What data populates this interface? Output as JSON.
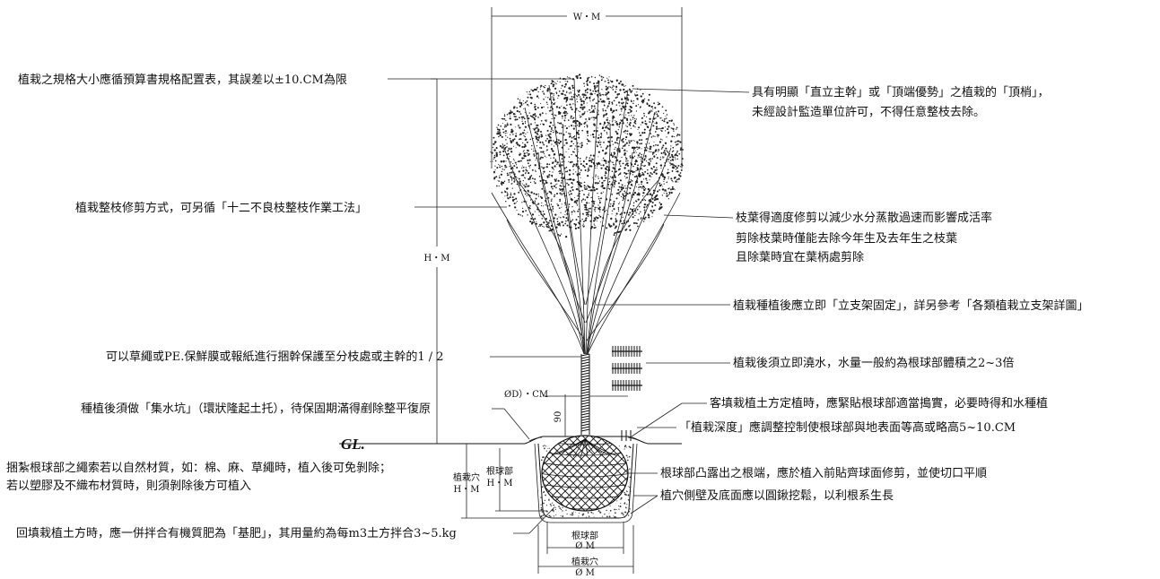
{
  "notes": {
    "spec_size": "植栽之規格大小應循預算書規格配置表，其誤差以±10.CM為限",
    "pruning_method": "植栽整枝修剪方式，可另循「十二不良枝整枝作業工法」",
    "wrap_trunk": "可以草繩或PE.保鮮膜或報紙進行捆幹保護至分枝處或主幹的1 / 2",
    "water_pit": "種植後須做「集水坑」（環狀隆起土托），待保固期滿得剷除整平復原",
    "rootball_rope_1": "捆紮根球部之繩索若以自然材質，如：棉、麻、草繩時，植入後可免剝除；",
    "rootball_rope_2": "若以塑膠及不織布材質時，則須剝除後方可植入",
    "backfill_fertilizer": "回填栽植土方時，應一併拌合有機質肥為「基肥」，其用量約為每m3土方拌合3~5.kg",
    "leader_1": "具有明顯「直立主幹」或「頂端優勢」之植栽的「頂梢」，",
    "leader_2": "未經設計監造單位許可，不得任意整枝去除。",
    "foliage_1": "枝葉得適度修剪以減少水分蒸散過速而影響成活率",
    "foliage_2": "剪除枝葉時僅能去除今年生及去年生之枝葉",
    "foliage_3": "且除葉時宜在葉柄處剪除",
    "support": "植栽種植後應立即「立支架固定」，詳另參考「各類植栽立支架詳圖」",
    "watering": "植栽後須立即澆水，水量一般約為根球部體積之2~3倍",
    "backfill_compact": "客填栽植土方定植時，應緊貼根球部適當搗實，必要時得和水種植",
    "planting_depth": "「植栽深度」應調整控制使根球部與地表面等高或略高5~10.CM",
    "root_trim": "根球部凸露出之根端，應於植入前貼齊球面修剪，並使切口平順",
    "pit_loosen": "植穴側壁及底面應以圓鍬挖鬆，以利根系生長"
  },
  "dims": {
    "width": "W・M",
    "height": "H・M",
    "dbh": "ØD）・CM",
    "ninety": "90",
    "ground": "GL.",
    "pit_depth_1": "植栽穴",
    "pit_depth_2": "H・M",
    "ball_height_1": "根球部",
    "ball_height_2": "H・M",
    "ball_dia_1": "根球部",
    "ball_dia_2": "Ø M",
    "pit_dia_1": "植栽穴",
    "pit_dia_2": "Ø M"
  }
}
